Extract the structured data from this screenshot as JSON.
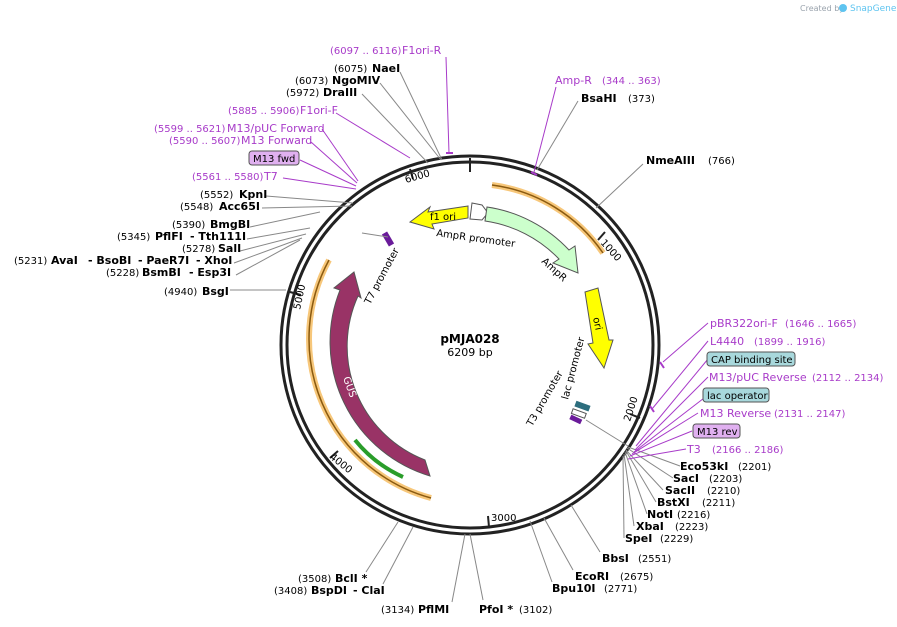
{
  "brand": {
    "text": "Created by",
    "logo": "SnapGene",
    "icon": "snapgene-logo-icon"
  },
  "plasmid": {
    "name": "pMJA028",
    "size_text": "6209 bp"
  },
  "ticks": [
    "1000",
    "2000",
    "3000",
    "4000",
    "5000",
    "6000"
  ],
  "features": [
    {
      "id": "f1-ori",
      "label": "f1 ori",
      "color": "#ffff00"
    },
    {
      "id": "ampr-promoter",
      "label": "AmpR promoter",
      "color": "#ffffff"
    },
    {
      "id": "ampr",
      "label": "AmpR",
      "color": "#ccffcc"
    },
    {
      "id": "ori",
      "label": "ori",
      "color": "#ffff00"
    },
    {
      "id": "lac-promoter",
      "label": "lac promoter",
      "color": "#ffffff"
    },
    {
      "id": "t3-promoter",
      "label": "T3 promoter",
      "color": "#ffffff"
    },
    {
      "id": "t7-promoter",
      "label": "T7 promoter",
      "color": "#ffffff"
    },
    {
      "id": "gus",
      "label": "GUS",
      "color": "#993366"
    }
  ],
  "sites": [
    {
      "id": "naei",
      "pos": "(6075)",
      "name": "NaeI"
    },
    {
      "id": "ngomiv",
      "pos": "(6073)",
      "name": "NgoMIV"
    },
    {
      "id": "draiii",
      "pos": "(5972)",
      "name": "DraIII"
    },
    {
      "id": "bsahi",
      "pos": "(373)",
      "name": "BsaHI"
    },
    {
      "id": "nmeaiii",
      "pos": "(766)",
      "name": "NmeAIII"
    },
    {
      "id": "kpni",
      "pos": "(5552)",
      "name": "KpnI"
    },
    {
      "id": "acc65i",
      "pos": "(5548)",
      "name": "Acc65I"
    },
    {
      "id": "bmgbi",
      "pos": "(5390)",
      "name": "BmgBI"
    },
    {
      "id": "pflfi",
      "pos": "(5345)",
      "name": "PflFI",
      "extra": "- Tth111I"
    },
    {
      "id": "sali",
      "pos": "(5278)",
      "name": "SalI"
    },
    {
      "id": "avai",
      "pos": "(5231)",
      "name": "AvaI",
      "extra": "- BsoBI",
      "extra2": "- PaeR7I",
      "extra3": "- XhoI"
    },
    {
      "id": "bsmbi",
      "pos": "(5228)",
      "name": "BsmBI",
      "extra": "- Esp3I"
    },
    {
      "id": "bsgi",
      "pos": "(4940)",
      "name": "BsgI"
    },
    {
      "id": "eco53ki",
      "pos": "(2201)",
      "name": "Eco53kI"
    },
    {
      "id": "saci",
      "pos": "(2203)",
      "name": "SacI"
    },
    {
      "id": "sacii",
      "pos": "(2210)",
      "name": "SacII"
    },
    {
      "id": "bstxi",
      "pos": "(2211)",
      "name": "BstXI"
    },
    {
      "id": "noti",
      "pos": "(2216)",
      "name": "NotI"
    },
    {
      "id": "xbai",
      "pos": "(2223)",
      "name": "XbaI"
    },
    {
      "id": "spei",
      "pos": "(2229)",
      "name": "SpeI"
    },
    {
      "id": "bbsi",
      "pos": "(2551)",
      "name": "BbsI"
    },
    {
      "id": "ecori",
      "pos": "(2675)",
      "name": "EcoRI"
    },
    {
      "id": "bpu10i",
      "pos": "(2771)",
      "name": "Bpu10I"
    },
    {
      "id": "pfoi",
      "pos": "(3102)",
      "name": "PfoI *"
    },
    {
      "id": "pflmi",
      "pos": "(3134)",
      "name": "PflMI"
    },
    {
      "id": "bspdi",
      "pos": "(3408)",
      "name": "BspDI",
      "extra": "- ClaI"
    },
    {
      "id": "bcli",
      "pos": "(3508)",
      "name": "BclI *"
    }
  ],
  "primers": [
    {
      "id": "f1ori-r",
      "pos": "(6097 .. 6116)",
      "name": "F1ori-R"
    },
    {
      "id": "amp-r",
      "name": "Amp-R",
      "pos": "(344 .. 363)"
    },
    {
      "id": "f1ori-f",
      "pos": "(5885 .. 5906)",
      "name": "F1ori-F"
    },
    {
      "id": "m13-puc-fwd",
      "pos": "(5599 .. 5621)",
      "name": "M13/pUC Forward"
    },
    {
      "id": "m13-fwd-primer",
      "pos": "(5590 .. 5607)",
      "name": "M13 Forward"
    },
    {
      "id": "t7",
      "pos": "(5561 .. 5580)",
      "name": "T7"
    },
    {
      "id": "pbr322ori-f",
      "name": "pBR322ori-F",
      "pos": "(1646 .. 1665)"
    },
    {
      "id": "l4440",
      "name": "L4440",
      "pos": "(1899 .. 1916)"
    },
    {
      "id": "m13-puc-rev",
      "name": "M13/pUC Reverse",
      "pos": "(2112 .. 2134)"
    },
    {
      "id": "m13-reverse",
      "name": "M13 Reverse",
      "pos": "(2131 .. 2147)"
    },
    {
      "id": "t3",
      "name": "T3",
      "pos": "(2166 .. 2186)"
    }
  ],
  "boxes": [
    {
      "id": "m13-fwd",
      "label": "M13 fwd",
      "color": "#e0b0f0"
    },
    {
      "id": "cap-site",
      "label": "CAP binding site",
      "color": "#a8d8dc"
    },
    {
      "id": "lac-operator",
      "label": "lac operator",
      "color": "#a8d8dc"
    },
    {
      "id": "m13-rev",
      "label": "M13 rev",
      "color": "#e0b0f0"
    }
  ],
  "colors": {
    "primer": "#a83bc9",
    "backbone": "#222222",
    "orange": "#f5a623",
    "green": "#2a9d2a"
  }
}
